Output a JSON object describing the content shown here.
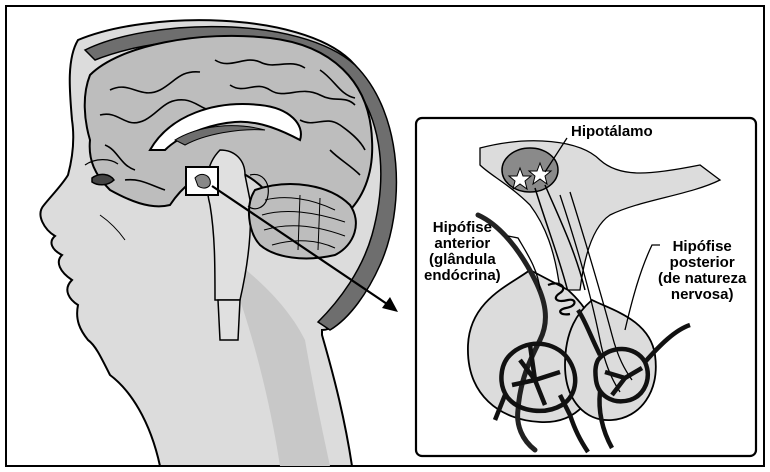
{
  "labels": {
    "hypothalamus": "Hipotálamo",
    "anterior": [
      "Hipófise",
      "anterior",
      "(glândula",
      "endócrina)"
    ],
    "posterior": [
      "Hipófise",
      "posterior",
      "(de natureza",
      "nervosa)"
    ]
  },
  "colors": {
    "skin": "#dcdcdc",
    "brain": "#bdbdbd",
    "brain_dark": "#6e6e6e",
    "background": "#ffffff",
    "outline": "#000000",
    "hypothalamus_fill": "#8a8a8a"
  }
}
